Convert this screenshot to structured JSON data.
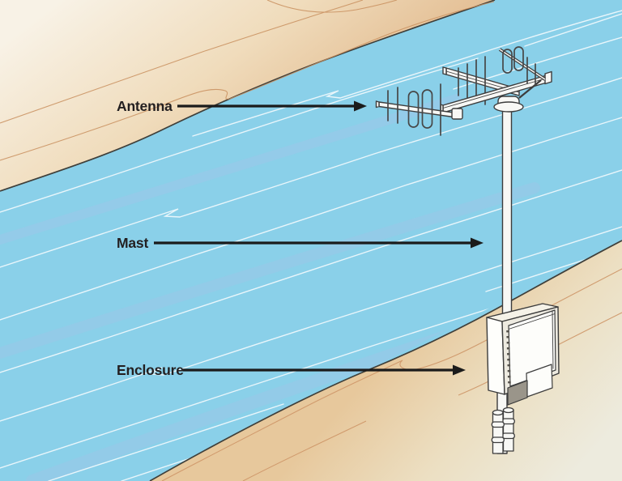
{
  "figure": {
    "kind": "technical-illustration",
    "description": "Radio telemetry station beside a river: Yagi antennas on a mast with an equipment enclosure, with labeled arrows",
    "labels": {
      "antenna": "Antenna",
      "mast": "Mast",
      "enclosure": "Enclosure"
    },
    "colors": {
      "water": "#8AD0E9",
      "water_streak": "#E9F6FB",
      "water_band": "#A3C4E9",
      "upper_bank_far": "#F8F2E6",
      "upper_bank_near": "#E3BD92",
      "lower_bank_near": "#E7C89C",
      "lower_bank_far": "#EDEBDE",
      "contour_line": "#C9905F",
      "shoreline": "#3F3F3A",
      "structure_outline": "#3C3C3C",
      "structure_fill": "#F8F8F5",
      "label_text": "#231F20",
      "arrow": "#1B1B1B"
    }
  }
}
